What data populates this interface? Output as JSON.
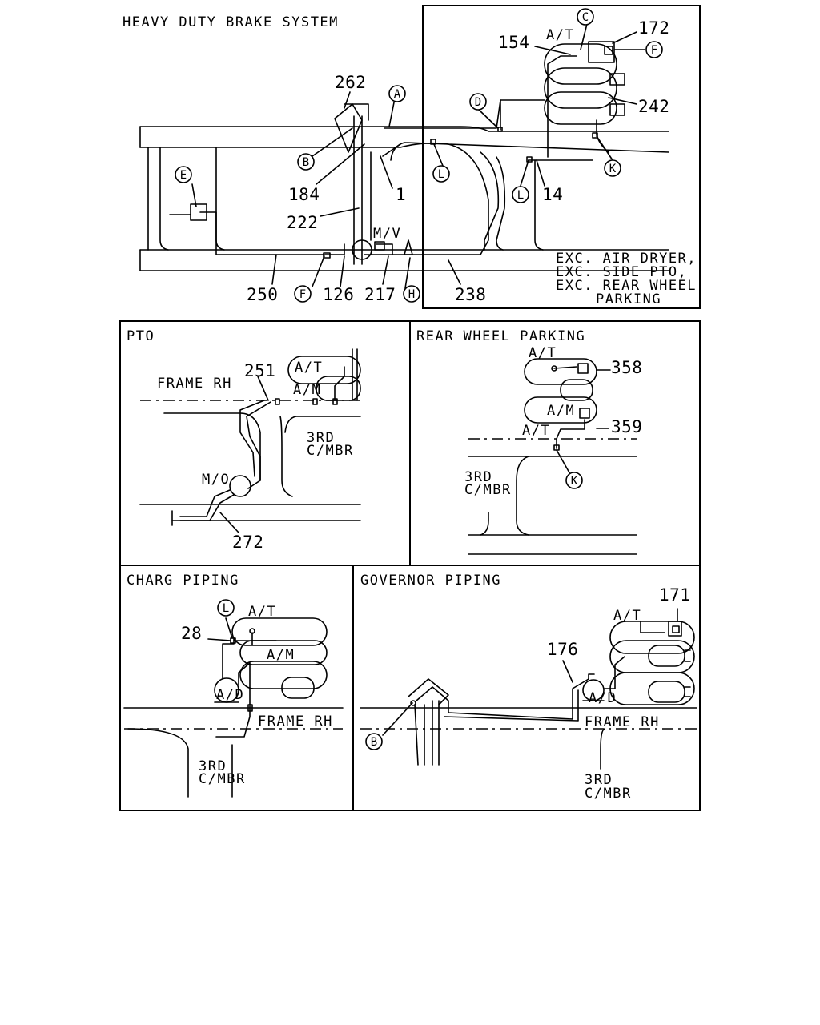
{
  "main": {
    "title": "HEAVY DUTY BRAKE SYSTEM",
    "callouts": {
      "A": "A",
      "B": "B",
      "C": "C",
      "D": "D",
      "E": "E",
      "F": "F",
      "F2": "F",
      "H": "H",
      "K": "K",
      "L": "L",
      "L2": "L"
    },
    "parts": {
      "p262": "262",
      "p184": "184",
      "p222": "222",
      "p1": "1",
      "p250": "250",
      "p126": "126",
      "p217": "217",
      "p238": "238",
      "p14": "14",
      "p154": "154",
      "p172": "172",
      "p242": "242"
    },
    "labels": {
      "at": "A/T",
      "mv": "M/V"
    },
    "note_lines": [
      "EXC. AIR DRYER,",
      "EXC. SIDE PTO,",
      "EXC. REAR WHEEL",
      "PARKING"
    ]
  },
  "pto": {
    "title": "PTO",
    "frame_rh": "FRAME RH",
    "at": "A/T",
    "am": "A/M",
    "mo": "M/O",
    "crossmember": [
      "3RD",
      "C/MBR"
    ],
    "parts": {
      "p251": "251",
      "p272": "272"
    }
  },
  "rear_wheel_parking": {
    "title": "REAR WHEEL PARKING",
    "at_top": "A/T",
    "am": "A/M",
    "at_bottom": "A/T",
    "crossmember": [
      "3RD",
      "C/MBR"
    ],
    "callout_k": "K",
    "parts": {
      "p358": "358",
      "p359": "359"
    }
  },
  "charg_piping": {
    "title": "CHARG PIPING",
    "at": "A/T",
    "am": "A/M",
    "ad": "A/D",
    "frame_rh": "FRAME RH",
    "crossmember": [
      "3RD",
      "C/MBR"
    ],
    "callout_l": "L",
    "parts": {
      "p28": "28"
    }
  },
  "governor_piping": {
    "title": "GOVERNOR PIPING",
    "at": "A/T",
    "ad": "A/D",
    "frame_rh": "FRAME RH",
    "crossmember": [
      "3RD",
      "C/MBR"
    ],
    "callout_b": "B",
    "parts": {
      "p171": "171",
      "p176": "176"
    }
  }
}
